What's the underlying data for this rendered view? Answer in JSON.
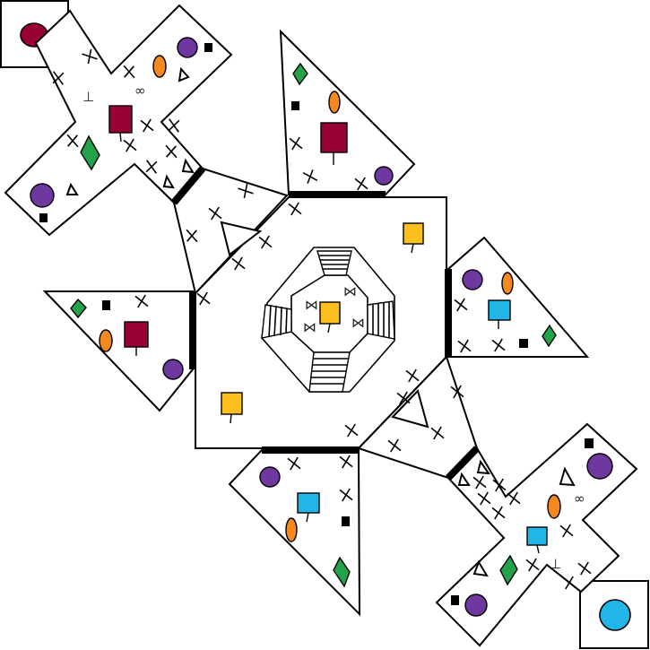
{
  "board": {
    "colors": {
      "red_team": "#990033",
      "blue_team": "#22b5e8",
      "yellow": "#fcbf1e",
      "purple": "#6f37a0",
      "orange": "#f5891f",
      "green": "#22a349",
      "black": "#000000",
      "outline": "#000000"
    },
    "bases": [
      {
        "team": "red",
        "icon": "red-circle-token"
      },
      {
        "team": "blue",
        "icon": "blue-circle-token"
      }
    ],
    "symbols": {
      "infinity": "∞",
      "up_tack": "⊥",
      "bowtie": "⋈"
    },
    "legend_items": [
      "yellow-square-objective",
      "red-square-objective",
      "blue-square-objective",
      "purple-circle-token",
      "orange-oval-token",
      "green-diamond-token",
      "black-square-marker",
      "triangle-marker",
      "x-cover-marker"
    ]
  }
}
